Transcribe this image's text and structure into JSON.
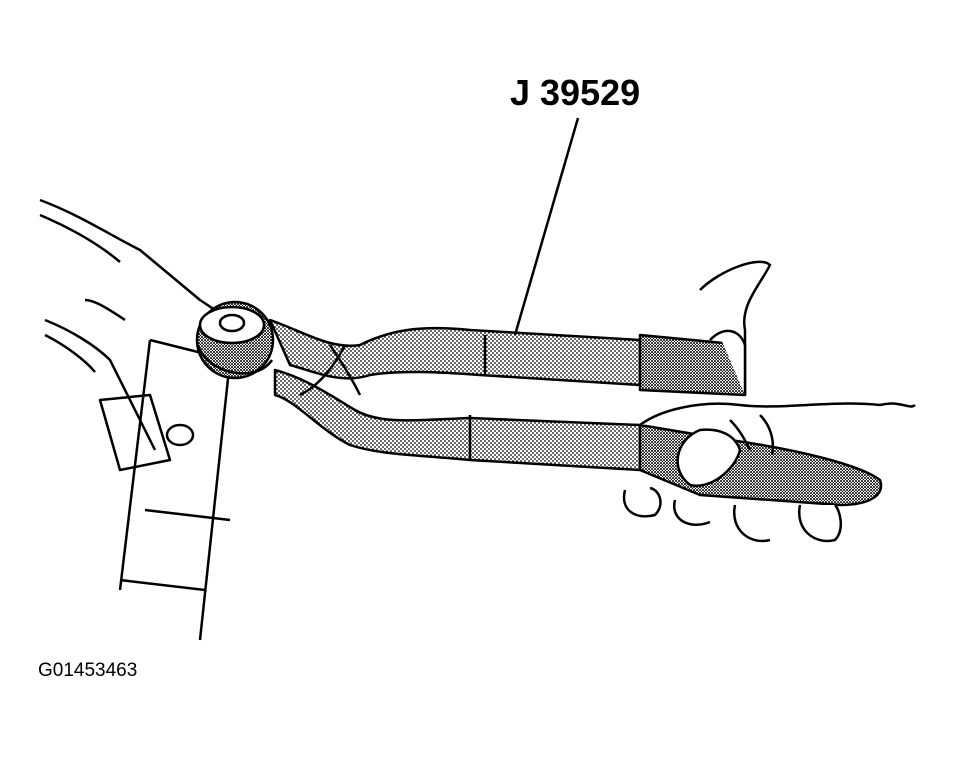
{
  "illustration": {
    "tool_callout": "J 39529",
    "figure_id": "G01453463",
    "style": "black line art with stippled shading",
    "colors": {
      "ink": "#000000",
      "paper": "#ffffff",
      "stipple": "#9a9a9a"
    }
  }
}
